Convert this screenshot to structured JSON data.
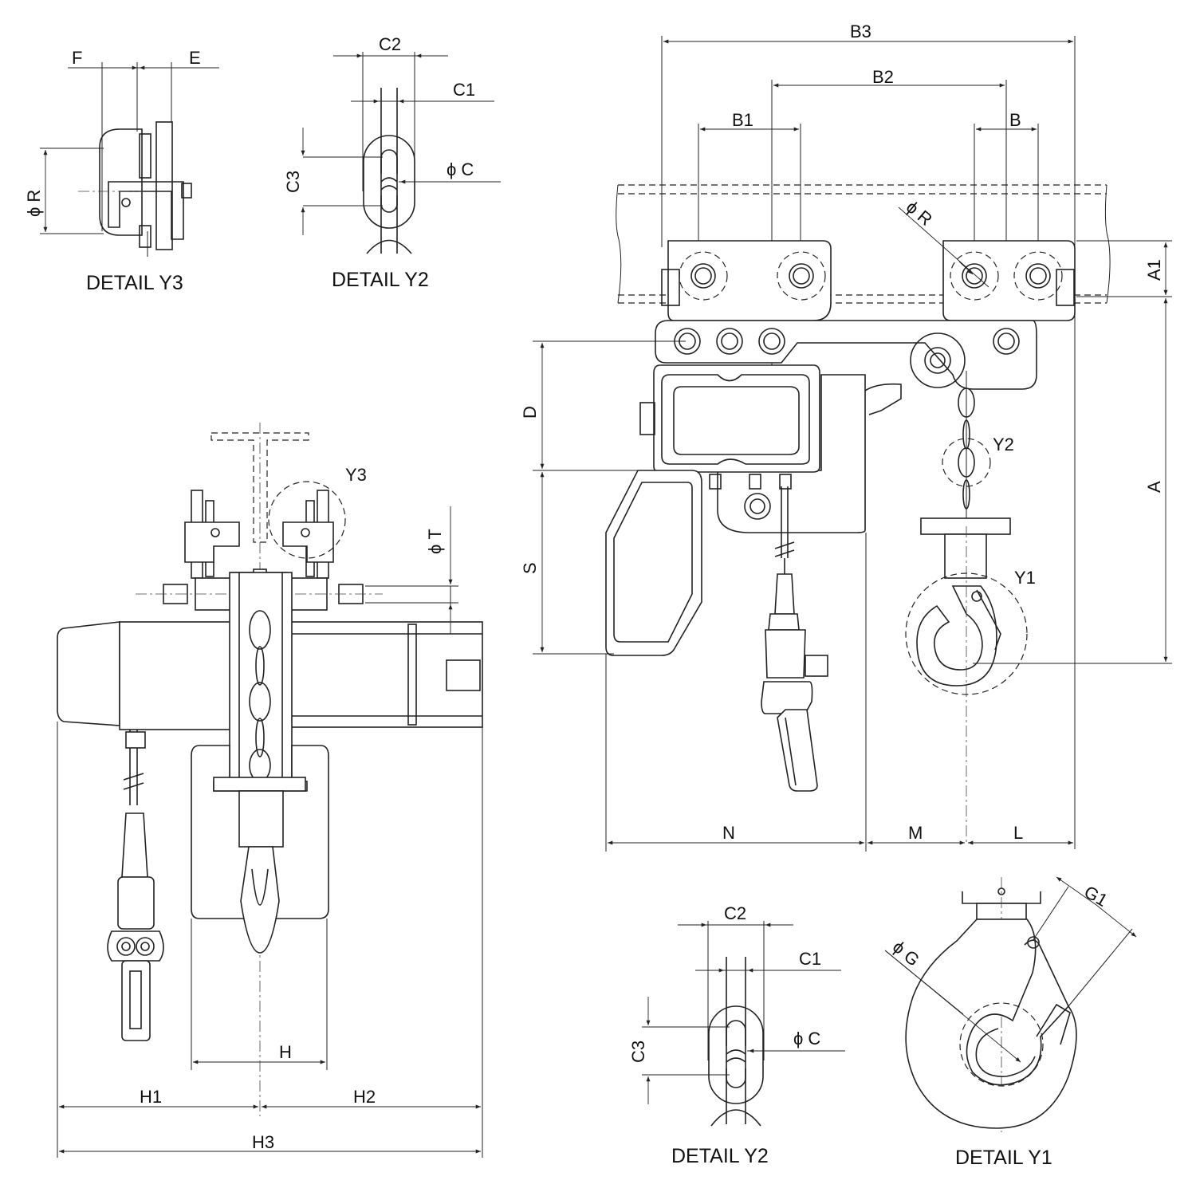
{
  "captions": {
    "detail_y3_top": "DETAIL Y3",
    "detail_y2_top": "DETAIL Y2",
    "detail_y2_bottom": "DETAIL Y2",
    "detail_y1_bottom": "DETAIL Y1"
  },
  "callouts": {
    "y3": "Y3",
    "y2": "Y2",
    "y1": "Y1"
  },
  "dimensions": {
    "F": "F",
    "E": "E",
    "phiR_y3": "ϕ R",
    "C2_top": "C2",
    "C1_top": "C1",
    "C3_top": "C3",
    "phiC_top": "ϕ C",
    "B3": "B3",
    "B2": "B2",
    "B1": "B1",
    "B": "B",
    "phiR_side": "ϕ R",
    "A1": "A1",
    "A": "A",
    "D": "D",
    "S": "S",
    "N": "N",
    "M": "M",
    "L": "L",
    "phiT": "ϕ T",
    "H": "H",
    "H1": "H1",
    "H2": "H2",
    "H3": "H3",
    "C2_bottom": "C2",
    "C1_bottom": "C1",
    "C3_bottom": "C3",
    "phiC_bottom": "ϕ C",
    "phiG": "ϕ G",
    "G1": "G1"
  }
}
